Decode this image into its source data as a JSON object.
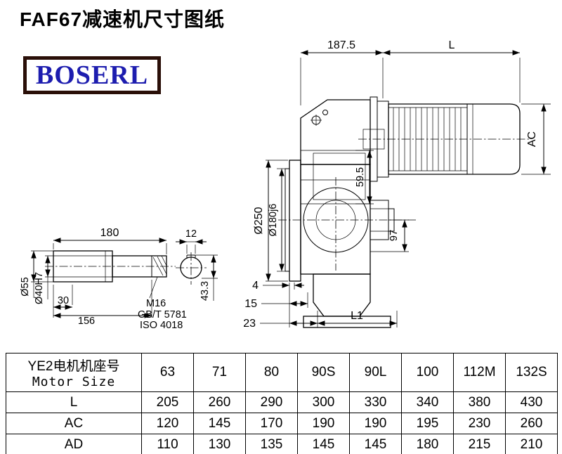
{
  "page": {
    "title": "FAF67减速机尺寸图纸",
    "logo": "BOSERL"
  },
  "drawing": {
    "labels": {
      "top_width": "187.5",
      "top_length": "L",
      "motor_height": "AC",
      "flange_dia": "Ø250",
      "spigot_dia": "Ø180j6",
      "dim_59_5": "59.5",
      "dim_97": "97",
      "shaft_length": "180",
      "key_width": "12",
      "shaft_dia": "Ø55",
      "bore_dia": "Ø40H7",
      "dim_30": "30",
      "dim_156": "156",
      "thread": "M16",
      "std_gb": "GB/T 5781",
      "std_iso": "ISO 4018",
      "key_height": "43.3",
      "dim_4": "4",
      "dim_15": "15",
      "dim_23": "23",
      "dim_l1": "L1"
    }
  },
  "table": {
    "header": {
      "line1": "YE2电机机座号",
      "line2": "Motor Size"
    },
    "sizes": [
      "63",
      "71",
      "80",
      "90S",
      "90L",
      "100",
      "112M",
      "132S"
    ],
    "rows": [
      {
        "label": "L",
        "values": [
          "205",
          "260",
          "290",
          "300",
          "330",
          "340",
          "380",
          "430"
        ]
      },
      {
        "label": "AC",
        "values": [
          "120",
          "145",
          "170",
          "190",
          "190",
          "195",
          "230",
          "260"
        ]
      },
      {
        "label": "AD",
        "values": [
          "110",
          "130",
          "135",
          "145",
          "145",
          "180",
          "215",
          "210"
        ]
      }
    ]
  }
}
